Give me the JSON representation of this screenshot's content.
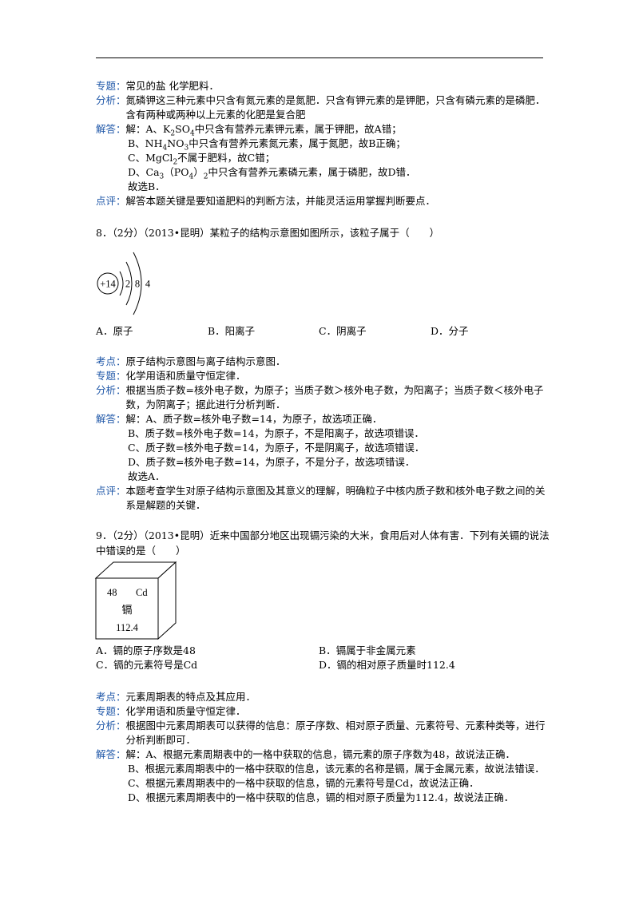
{
  "prev": {
    "zhuanti_tag": "专题：",
    "zhuanti": "常见的盐 化学肥料．",
    "fenxi_tag": "分析：",
    "fenxi": "氮磷钾这三种元素中只含有氮元素的是氮肥．只含有钾元素的是钾肥，只含有磷元素的是磷肥．含有两种或两种以上元素的化肥是复合肥",
    "jieda_tag": "解答：",
    "a_pre": "解：A、K",
    "a_sub": "2",
    "a_mid": "SO",
    "a_sub2": "4",
    "a_post": "中只含有营养元素钾元素，属于钾肥，故A错；",
    "b_pre": "B、NH",
    "b_sub": "4",
    "b_mid": "NO",
    "b_sub2": "3",
    "b_post": "中只含有营养元素氮元素，属于氮肥，故B正确；",
    "c_pre": "C、MgCl",
    "c_sub": "2",
    "c_post": "不属于肥料，故C错；",
    "d_pre": "D、Ca",
    "d_sub": "3",
    "d_mid": "（PO",
    "d_sub2": "4",
    "d_mid2": "）",
    "d_sub3": "2",
    "d_post": "中只含有营养元素磷元素，属于磷肥，故D错．",
    "choose": "故选B．",
    "dianping_tag": "点评：",
    "dianping": "解答本题关键是要知道肥料的判断方法，并能灵活运用掌握判断要点．"
  },
  "q8": {
    "stem": "8．（2分）（2013•昆明）某粒子的结构示意图如图所示，该粒子属于（　　）",
    "figure": {
      "nucleus": "+14",
      "shells": [
        "2",
        "8",
        "4"
      ]
    },
    "options": [
      "A．原子",
      "B．阳离子",
      "C．阴离子",
      "D．分子"
    ],
    "kaodian_tag": "考点：",
    "kaodian": "原子结构示意图与离子结构示意图．",
    "zhuanti_tag": "专题：",
    "zhuanti": "化学用语和质量守恒定律．",
    "fenxi_tag": "分析：",
    "fenxi": "根据当质子数=核外电子数，为原子；当质子数＞核外电子数，为阳离子；当质子数＜核外电子数，为阴离子；据此进行分析判断．",
    "jieda_tag": "解答：",
    "a": "解：A、质子数=核外电子数=14，为原子，故选项正确．",
    "b": "B、质子数=核外电子数=14，为原子，不是阳离子，故选项错误．",
    "c": "C、质子数=核外电子数=14，为原子，不是阴离子，故选项错误．",
    "d": "D、质子数=核外电子数=14，为原子，不是分子，故选项错误．",
    "choose": "故选A．",
    "dianping_tag": "点评：",
    "dianping": "本题考查学生对原子结构示意图及其意义的理解，明确粒子中核内质子数和核外电子数之间的关系是解题的关键．"
  },
  "q9": {
    "stem": "9．（2分）（2013•昆明）近来中国部分地区出现镉污染的大米，食用后对人体有害．下列有关镉的说法中错误的是（　　）",
    "cell": {
      "number": "48",
      "symbol": "Cd",
      "name": "镉",
      "mass": "112.4"
    },
    "options": [
      "A．镉的原子序数是48",
      "B．镉属于非金属元素",
      "C．镉的元素符号是Cd",
      "D．镉的相对原子质量时112.4"
    ],
    "kaodian_tag": "考点：",
    "kaodian": "元素周期表的特点及其应用．",
    "zhuanti_tag": "专题：",
    "zhuanti": "化学用语和质量守恒定律．",
    "fenxi_tag": "分析：",
    "fenxi": "根据图中元素周期表可以获得的信息：原子序数、相对原子质量、元素符号、元素种类等，进行分析判断即可．",
    "jieda_tag": "解答：",
    "a": "解：A、根据元素周期表中的一格中获取的信息，镉元素的原子序数为48，故说法正确．",
    "b": "B、根据元素周期表中的一格中获取的信息，该元素的名称是镉，属于金属元素，故说法错误．",
    "c": "C、根据元素周期表中的一格中获取的信息，镉的元素符号是Cd，故说法正确．",
    "d": "D、根据元素周期表中的一格中获取的信息，镉的相对原子质量为112.4，故说法正确．"
  },
  "colors": {
    "tag": "#1f57a8"
  }
}
